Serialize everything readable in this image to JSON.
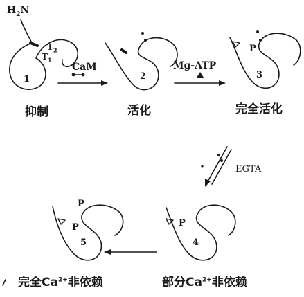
{
  "labels": {
    "n_terminus_main": "H",
    "n_terminus_sub": "2",
    "n_terminus_tail": "N",
    "t2": "T",
    "t2_sub": "2",
    "t1": "T",
    "t1_sub": "1",
    "cam": "CaM",
    "mg_atp": "Mg-ATP",
    "egta": "EGTA",
    "p": "P"
  },
  "states": [
    {
      "number": "1",
      "caption": "抑制"
    },
    {
      "number": "2",
      "caption": "活化"
    },
    {
      "number": "3",
      "caption": "完全活化"
    },
    {
      "number": "4",
      "caption_pre": "部分Ca",
      "caption_sup": "2+",
      "caption_post": "非依赖"
    },
    {
      "number": "5",
      "caption_pre": "完全Ca",
      "caption_sup": "2+",
      "caption_post": "非依赖"
    }
  ],
  "colors": {
    "ink": "#1a1a1a",
    "background": "#ffffff"
  }
}
